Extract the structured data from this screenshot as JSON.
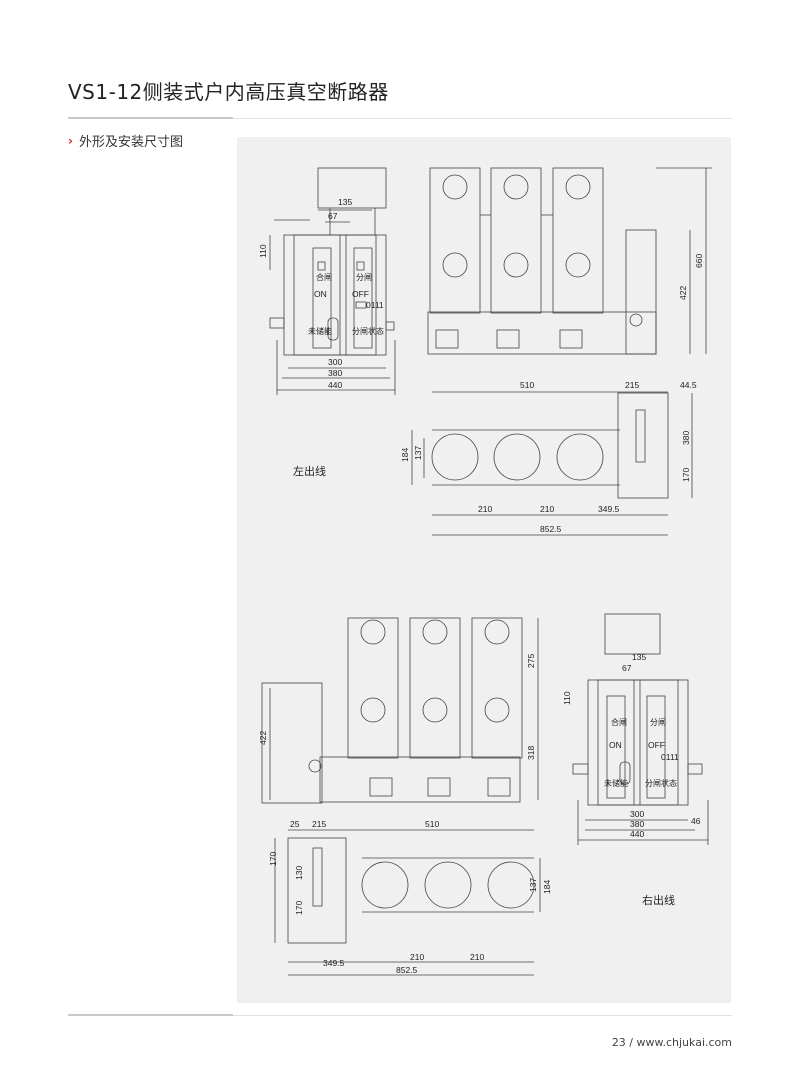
{
  "title": "VS1-12侧装式户内高压真空断路器",
  "section": {
    "chevron": "›",
    "heading": "外形及安装尺寸图"
  },
  "labels": {
    "left_outlet": "左出线",
    "right_outlet": "右出线"
  },
  "panel_text": {
    "hezha": "合闸",
    "on": "ON",
    "fenzha": "分闸",
    "off": "OFF",
    "counter": "0111",
    "weichuneng": "未储能",
    "fenhe": "分闸状态"
  },
  "dims": {
    "d135": "135",
    "d67": "67",
    "d110": "110",
    "d300": "300",
    "d380": "380",
    "d440": "440",
    "d660": "660",
    "d422": "422",
    "d510": "510",
    "d215": "215",
    "d445": "44.5",
    "d184": "184",
    "d137": "137",
    "d380v": "380",
    "d170": "170",
    "d210": "210",
    "d3495": "349.5",
    "d8525": "852.5",
    "d275": "275",
    "d318": "318",
    "d46": "46",
    "d25": "25",
    "d130": "130"
  },
  "footer": "23 / www.chjukai.com"
}
